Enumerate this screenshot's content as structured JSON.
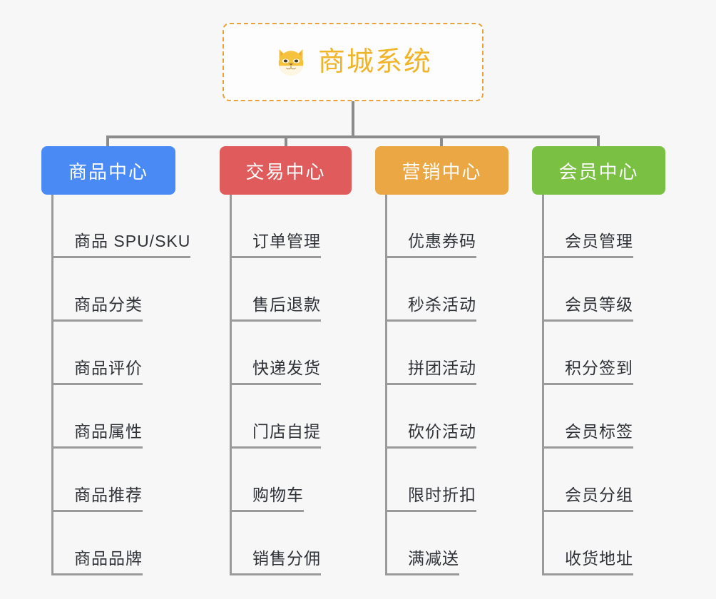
{
  "diagram": {
    "type": "org-chart",
    "background_color": "#f7f7f7",
    "connector_color": "#8c8c8c",
    "root": {
      "title": "商城系统",
      "icon": "shiba-dog-face-icon",
      "text_color": "#f0b429",
      "border_color": "#e8a33d",
      "background_color": "#fdfdfd"
    },
    "branches": [
      {
        "label": "商品中心",
        "color": "#4a8af4",
        "items": [
          "商品 SPU/SKU",
          "商品分类",
          "商品评价",
          "商品属性",
          "商品推荐",
          "商品品牌"
        ]
      },
      {
        "label": "交易中心",
        "color": "#e05c5c",
        "items": [
          "订单管理",
          "售后退款",
          "快递发货",
          "门店自提",
          "购物车",
          "销售分佣"
        ]
      },
      {
        "label": "营销中心",
        "color": "#eaa743",
        "items": [
          "优惠券码",
          "秒杀活动",
          "拼团活动",
          "砍价活动",
          "限时折扣",
          "满减送"
        ]
      },
      {
        "label": "会员中心",
        "color": "#7ac143",
        "items": [
          "会员管理",
          "会员等级",
          "积分签到",
          "会员标签",
          "会员分组",
          "收货地址"
        ]
      }
    ]
  }
}
